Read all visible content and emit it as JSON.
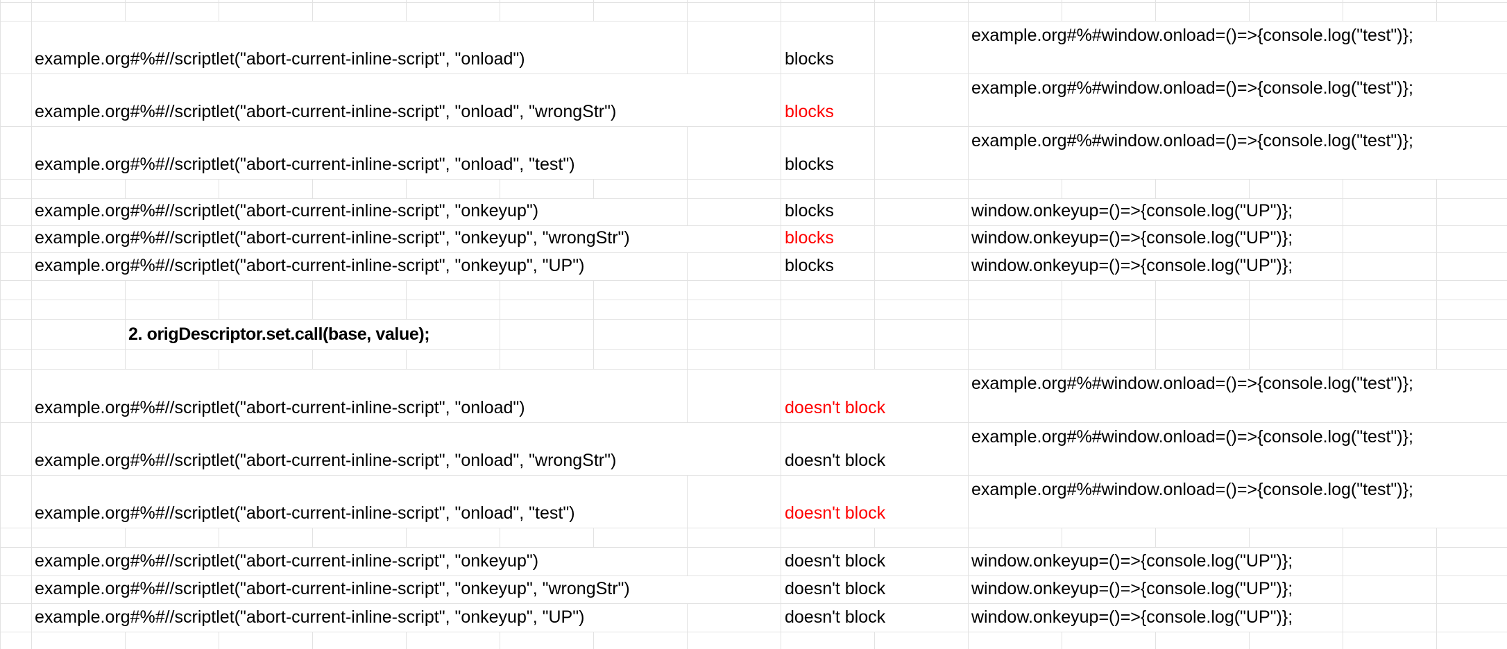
{
  "app": {
    "kind": "spreadsheet-grid"
  },
  "colors": {
    "text": "#000000",
    "red": "#ff0000",
    "gridline": "#e2e2e2",
    "background": "#ffffff"
  },
  "results": {
    "blocks": "blocks",
    "doesnt_block": "doesn't block"
  },
  "rows": [
    {},
    {},
    {
      "rule": "example.org#%#//scriptlet(\"abort-current-inline-script\", \"onload\")",
      "result": "blocks",
      "result_color": "text",
      "script": "example.org#%#window.onload=()=>{console.log(\"test\")};"
    },
    {
      "rule": "example.org#%#//scriptlet(\"abort-current-inline-script\", \"onload\", \"wrongStr\")",
      "result": "blocks",
      "result_color": "red",
      "script": "example.org#%#window.onload=()=>{console.log(\"test\")};"
    },
    {
      "rule": "example.org#%#//scriptlet(\"abort-current-inline-script\", \"onload\", \"test\")",
      "result": "blocks",
      "result_color": "text",
      "script": "example.org#%#window.onload=()=>{console.log(\"test\")};"
    },
    {},
    {
      "rule": "example.org#%#//scriptlet(\"abort-current-inline-script\", \"onkeyup\")",
      "result": "blocks",
      "result_color": "text",
      "script": "window.onkeyup=()=>{console.log(\"UP\")};"
    },
    {
      "rule": "example.org#%#//scriptlet(\"abort-current-inline-script\", \"onkeyup\", \"wrongStr\")",
      "result": "blocks",
      "result_color": "red",
      "script": "window.onkeyup=()=>{console.log(\"UP\")};"
    },
    {
      "rule": "example.org#%#//scriptlet(\"abort-current-inline-script\", \"onkeyup\", \"UP\")",
      "result": "blocks",
      "result_color": "text",
      "script": "window.onkeyup=()=>{console.log(\"UP\")};"
    },
    {},
    {},
    {
      "note": "2. origDescriptor.set.call(base, value);"
    },
    {},
    {
      "rule": "example.org#%#//scriptlet(\"abort-current-inline-script\", \"onload\")",
      "result": "doesn't block",
      "result_color": "red",
      "script": "example.org#%#window.onload=()=>{console.log(\"test\")};"
    },
    {
      "rule": "example.org#%#//scriptlet(\"abort-current-inline-script\", \"onload\", \"wrongStr\")",
      "result": "doesn't block",
      "result_color": "text",
      "script": "example.org#%#window.onload=()=>{console.log(\"test\")};"
    },
    {
      "rule": "example.org#%#//scriptlet(\"abort-current-inline-script\", \"onload\", \"test\")",
      "result": "doesn't block",
      "result_color": "red",
      "script": "example.org#%#window.onload=()=>{console.log(\"test\")};"
    },
    {},
    {
      "rule": "example.org#%#//scriptlet(\"abort-current-inline-script\", \"onkeyup\")",
      "result": "doesn't block",
      "result_color": "text",
      "script": "window.onkeyup=()=>{console.log(\"UP\")};"
    },
    {
      "rule": "example.org#%#//scriptlet(\"abort-current-inline-script\", \"onkeyup\", \"wrongStr\")",
      "result": "doesn't block",
      "result_color": "text",
      "script": "window.onkeyup=()=>{console.log(\"UP\")};"
    },
    {
      "rule": "example.org#%#//scriptlet(\"abort-current-inline-script\", \"onkeyup\", \"UP\")",
      "result": "doesn't block",
      "result_color": "text",
      "script": "window.onkeyup=()=>{console.log(\"UP\")};"
    },
    {}
  ]
}
